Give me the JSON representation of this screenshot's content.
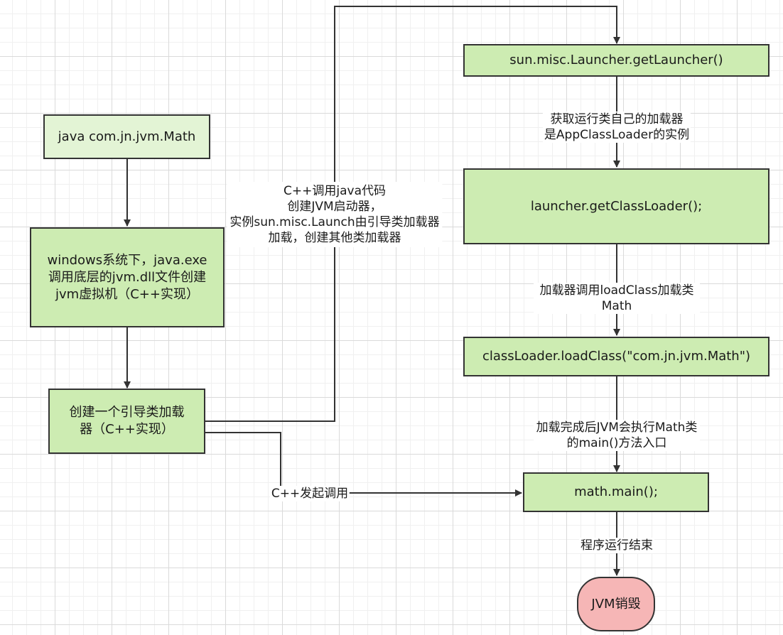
{
  "nodes": {
    "start": "java  com.jn.jvm.Math",
    "create_vm": "windows系统下，java.exe\n调用底层的jvm.dll文件创建\njvm虚拟机（C++实现）",
    "bootstrap": "创建一个引导类加载\n器（C++实现）",
    "get_launcher": "sun.misc.Launcher.getLauncher()",
    "get_classloader": "launcher.getClassLoader();",
    "load_class": "classLoader.loadClass(\"com.jn.jvm.Math\")",
    "math_main": "math.main();",
    "jvm_destroy": "JVM销毁"
  },
  "edge_labels": {
    "cpp_call_java": "C++调用java代码\n创建JVM启动器，\n实例sun.misc.Launch由引导类加载器\n加载，创建其他类加载器",
    "get_app_loader": "获取运行类自己的加载器\n是AppClassLoader的实例",
    "load_math": "加载器调用loadClass加载类Math",
    "exec_main": "加载完成后JVM会执行Math类的main()方法入口",
    "cpp_invoke": "C++发起调用",
    "program_end": "程序运行结束"
  },
  "colors": {
    "node_fill": "#cdecb2",
    "start_fill": "#e3f4d5",
    "end_fill": "#f6b6b6",
    "stroke": "#333333"
  }
}
